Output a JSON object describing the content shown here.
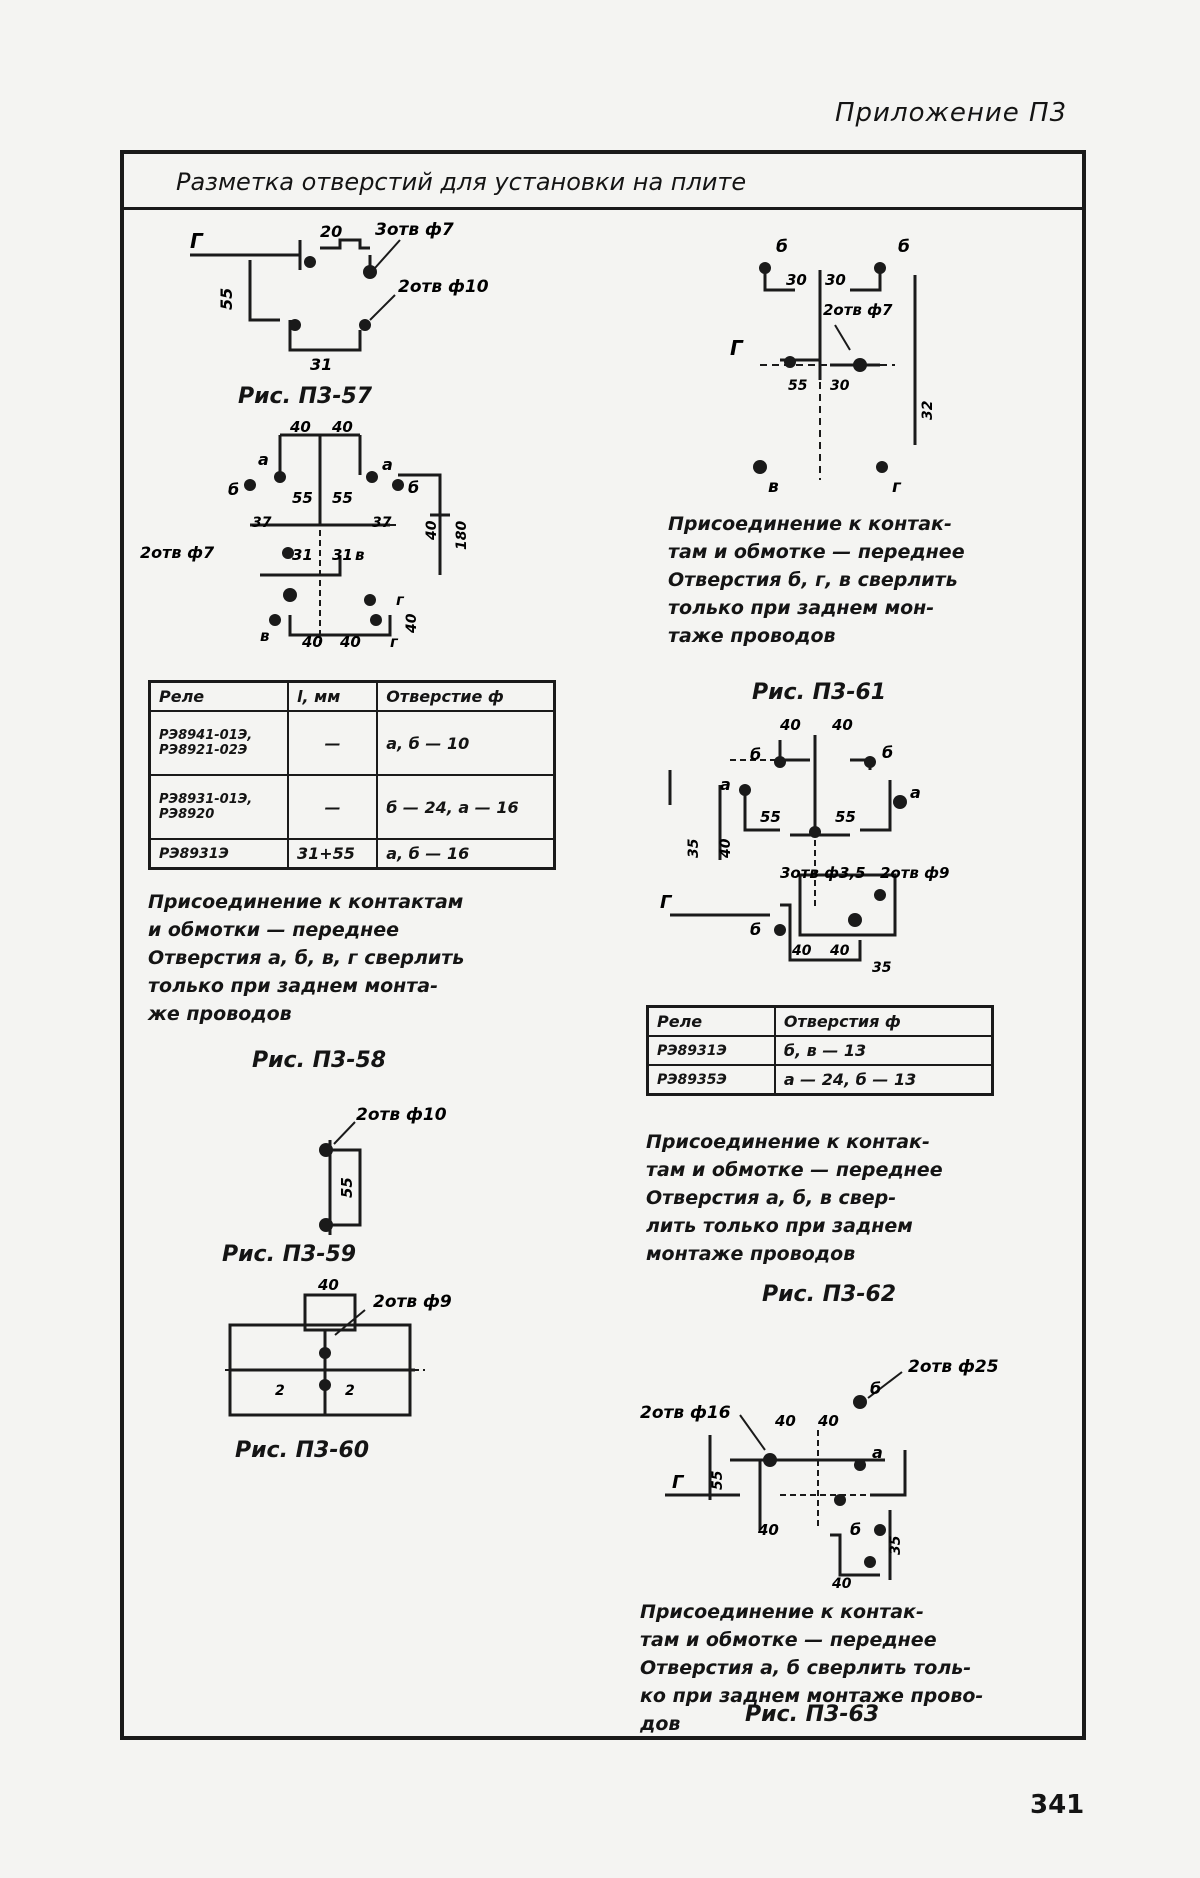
{
  "header": "Приложение П3",
  "frame_title": "Разметка отверстий для установки на плите",
  "figures": {
    "f57": {
      "caption": "Рис. П3-57",
      "labels": [
        "Г",
        "20",
        "3отв ф7",
        "2отв ф10",
        "55",
        "31"
      ]
    },
    "f58": {
      "caption": "Рис. П3-58",
      "labels": [
        "40",
        "40",
        "a",
        "б",
        "a",
        "б",
        "55",
        "55",
        "37",
        "37",
        "2отв ф7",
        "31",
        "31",
        "в",
        "в",
        "г",
        "40",
        "40",
        "г",
        "40",
        "180",
        "40"
      ],
      "table": {
        "headers": [
          "Реле",
          "l, мм",
          "Отверстие ф"
        ],
        "rows": [
          [
            "РЭ8941-01Э, РЭ8921-02Э",
            "—",
            "а, б — 10"
          ],
          [
            "РЭ8931-01Э, РЭ8920",
            "—",
            "б — 24, а — 16"
          ],
          [
            "РЭ8931Э",
            "31+55",
            "а, б — 16"
          ]
        ]
      },
      "note": [
        "Присоединение к контактам",
        "и обмотки — переднее",
        "Отверстия а, б, в, г сверлить",
        "только при заднем монта-",
        "же проводов"
      ]
    },
    "f59": {
      "caption": "Рис. П3-59",
      "labels": [
        "2отв ф10",
        "55"
      ]
    },
    "f60": {
      "caption": "Рис. П3-60",
      "labels": [
        "40",
        "2отв ф9",
        "2",
        "2"
      ]
    },
    "f61": {
      "caption": "Рис. П3-61",
      "labels": [
        "б",
        "б",
        "30",
        "30",
        "2отв ф7",
        "Г",
        "55",
        "30",
        "32",
        "в",
        "г"
      ],
      "note": [
        "Присоединение к контак-",
        "там и обмотке — переднее",
        "Отверстия б, г, в сверлить",
        "только при заднем мон-",
        "таже проводов"
      ]
    },
    "f62": {
      "caption": "Рис. П3-62",
      "labels": [
        "40",
        "40",
        "б",
        "б",
        "a",
        "a",
        "55",
        "55",
        "35",
        "40",
        "3отв ф3,5",
        "2отв ф9",
        "Г",
        "б",
        "40",
        "40",
        "35"
      ]
    },
    "f63": {
      "caption": "Рис. П3-63",
      "labels": [
        "2отв ф25",
        "б",
        "2отв ф16",
        "40",
        "40",
        "a",
        "Г",
        "55",
        "40",
        "б",
        "35",
        "40"
      ],
      "note": [
        "Присоединение к контак-",
        "там и обмотке — переднее",
        "Отверстия а, б сверлить толь-",
        "ко при заднем монтаже прово-",
        "дов"
      ]
    },
    "table63": {
      "headers": [
        "Реле",
        "Отверстия ф"
      ],
      "rows": [
        [
          "РЭ8931Э",
          "б, в — 13"
        ],
        [
          "РЭ8935Э",
          "а — 24, б — 13"
        ]
      ],
      "note": [
        "Присоединение к контак-",
        "там и обмотке — переднее",
        "Отверстия а, б, в свер-",
        "лить только при заднем",
        "монтаже проводов"
      ]
    }
  },
  "page_number": "341"
}
